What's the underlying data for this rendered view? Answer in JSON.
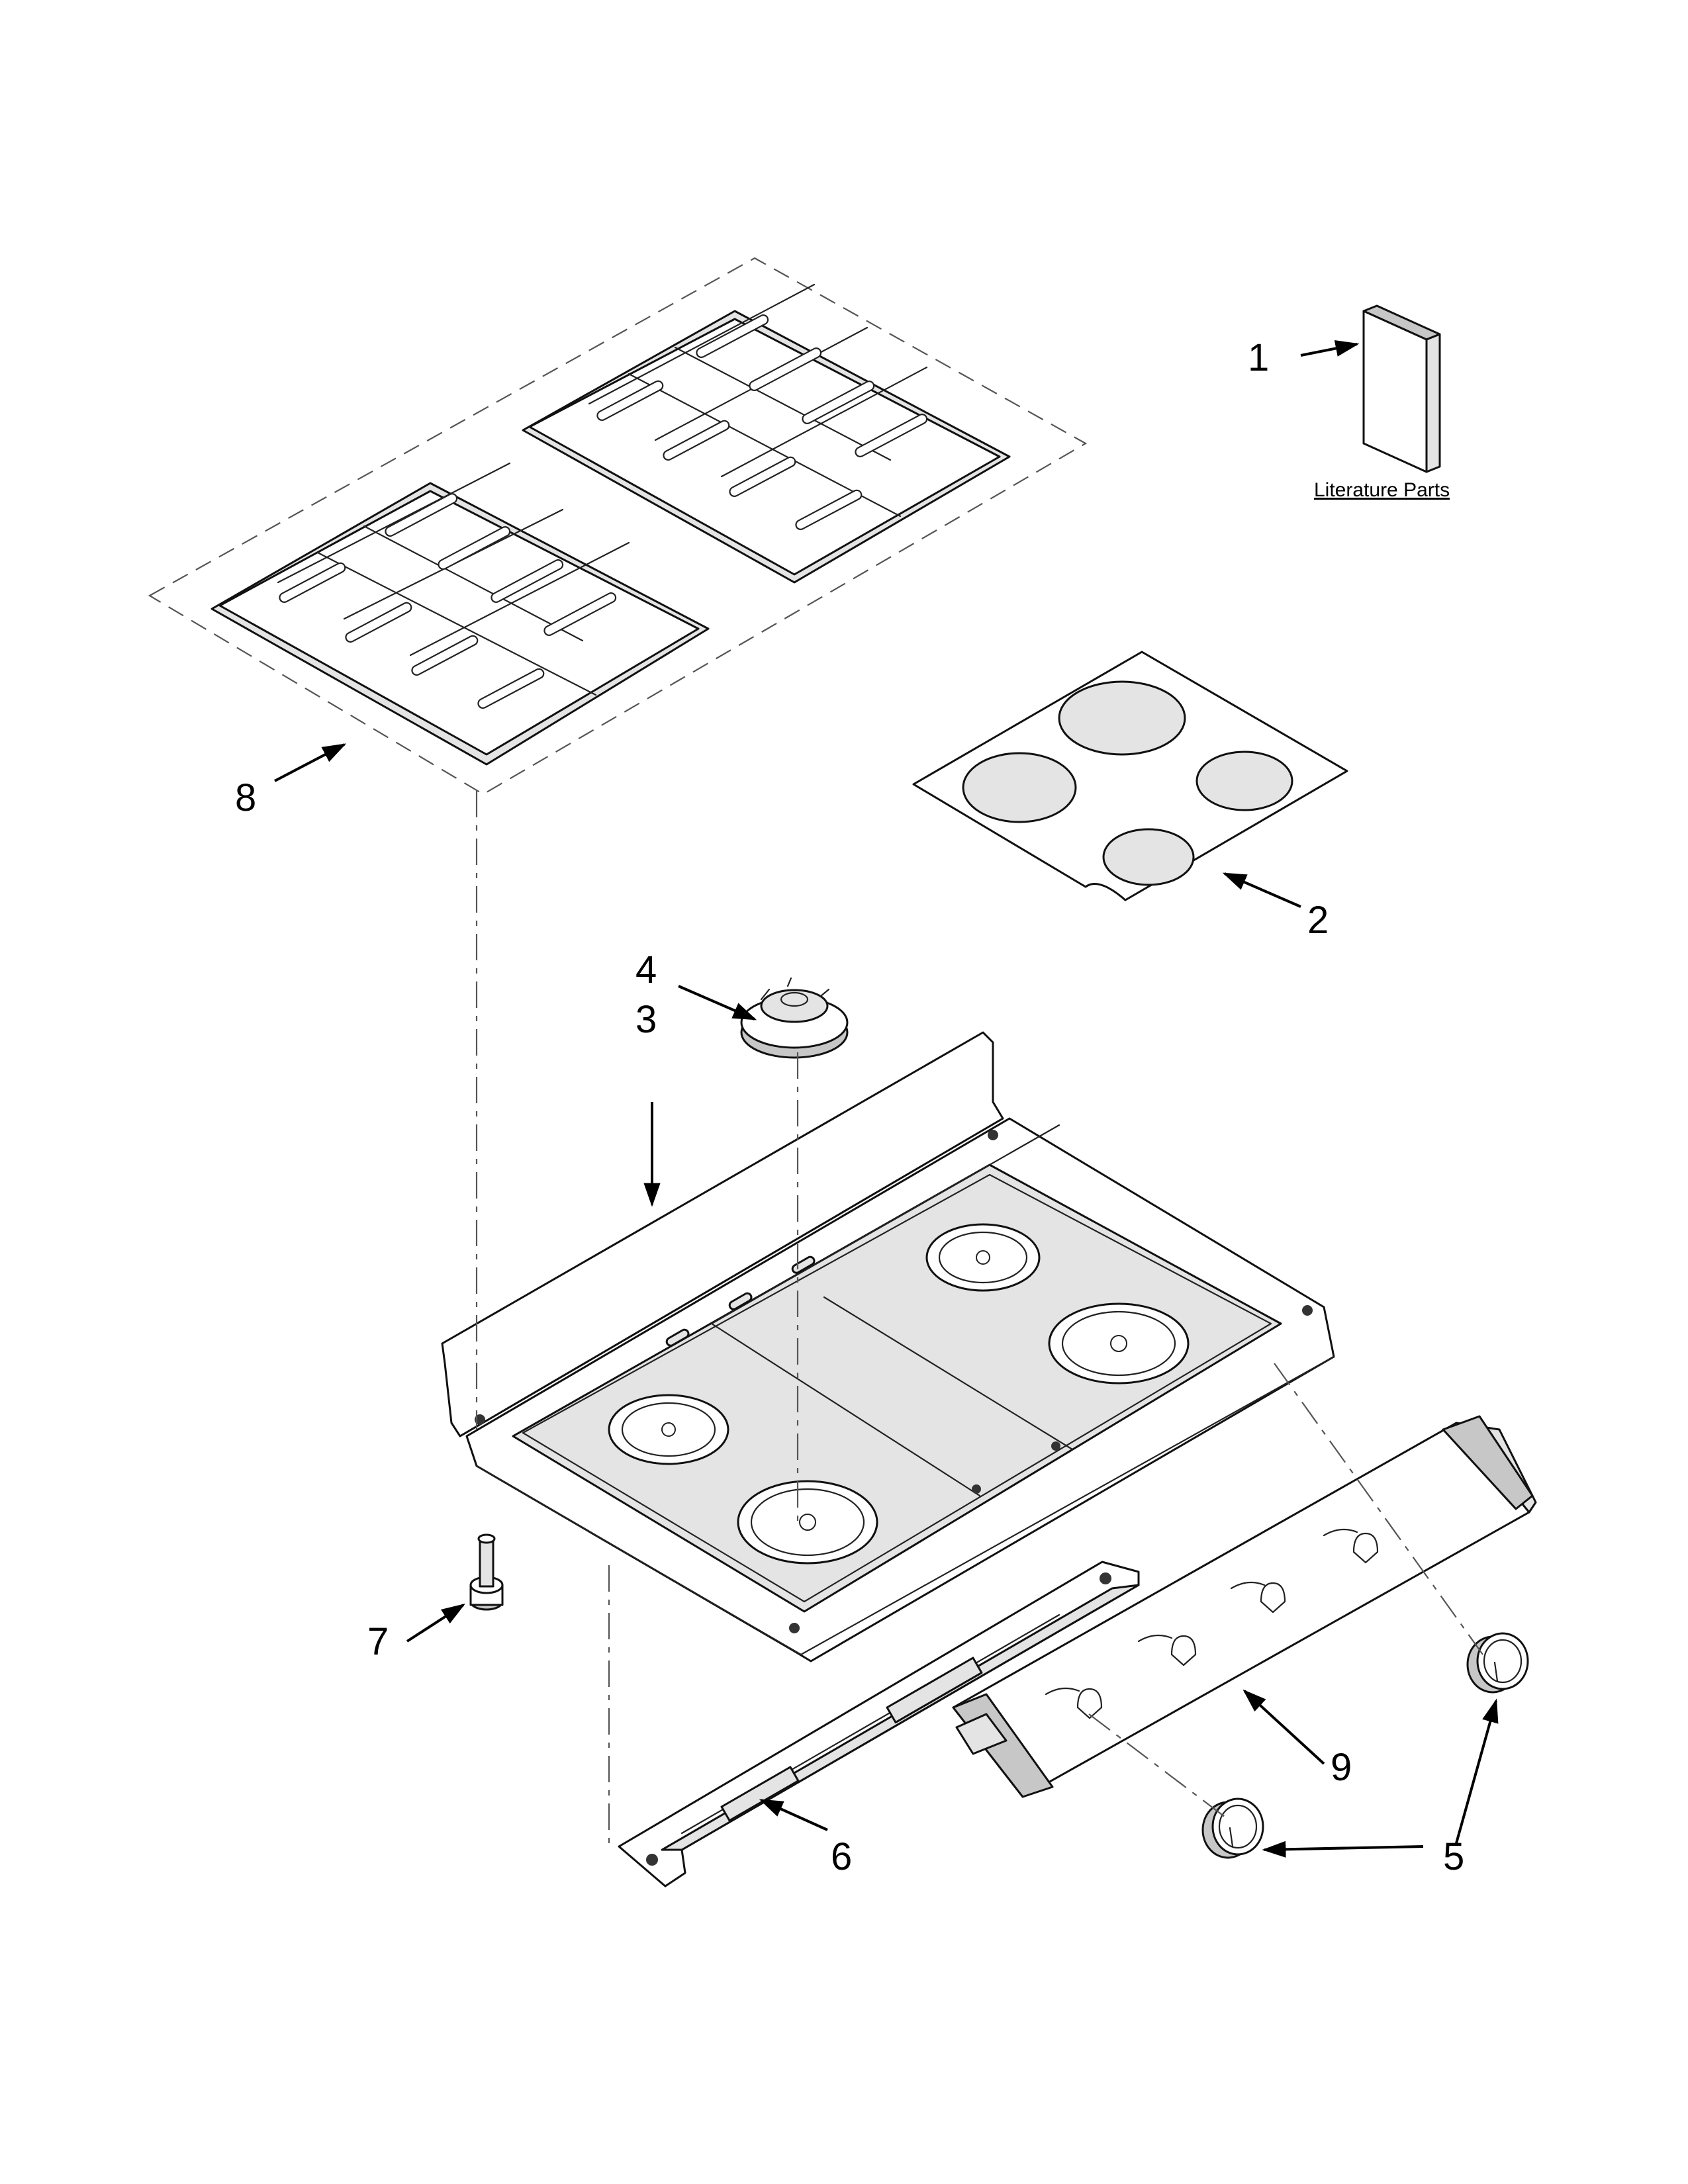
{
  "callouts": {
    "c1": "1",
    "c2": "2",
    "c3": "3",
    "c4": "4",
    "c5": "5",
    "c6": "6",
    "c7": "7",
    "c8": "8",
    "c9": "9"
  },
  "literature_label": "Literature Parts"
}
